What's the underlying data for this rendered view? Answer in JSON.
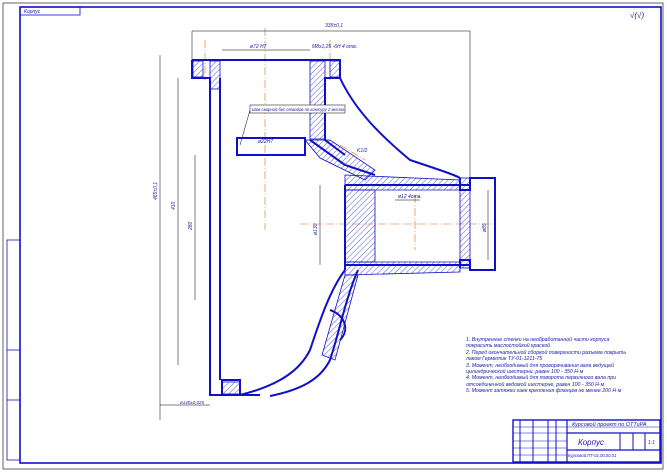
{
  "title_block": {
    "project": "Курсовой проект по ОТТиРА",
    "part_name": "Корпус",
    "doc_code": "Курсовой.ПТ-01.00.00.01",
    "sheet": "1:1"
  },
  "roughness": "√(√)",
  "stamp_top": "Корпус",
  "dimensions": {
    "overall_width": "335±0,1",
    "bore_top": "ø72 H7",
    "thread_top": "M8x1,25 -6H 4 отв.",
    "bore_mid": "ø22H7",
    "thread_mid": "K1/2",
    "hole_small": "ø12 4отв.",
    "height_total": "465±0,1",
    "height_a": "410",
    "height_b": "280",
    "dia_left": "ø130",
    "dia_right": "ø85",
    "bottom": "ø140±0,025",
    "leader_note": "Шов сварной бес отводов по контуру 2 места"
  },
  "notes": [
    "1. Внутренние стенки на необработанной части корпуса",
    "   покрасить маслостойкой краской",
    "2. Перед окончательной сборкой поверхности разъема покрыть",
    "   лаком Герметик ТУ-01-1211-75",
    "3. Момент, необходимый для проворачивания вала ведущей",
    "   цилиндрической шестерни, равен 100 - 350 Н·м",
    "4. Момент, необходимый для поворота первичного вала при",
    "   отсоединенной ведомой шестерне, равен 100 - 350 Н·м",
    "5. Момент затяжки гаек крепления фланцев не менее 200 Н·м"
  ],
  "colors": {
    "line": "#1010c8",
    "axis": "#e07020",
    "text": "#1a1aa0"
  }
}
